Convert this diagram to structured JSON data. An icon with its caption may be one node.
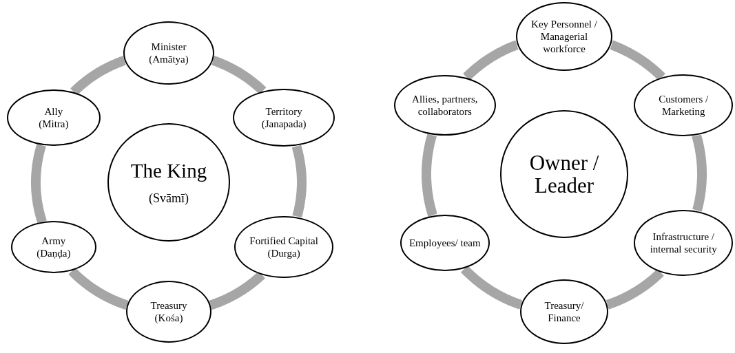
{
  "diagram": {
    "nodes": [
      {
        "text": [
          "The King",
          "(Svāmī)"
        ]
      },
      {
        "text": [
          "Minister",
          "(Amātya)"
        ]
      },
      {
        "text": [
          "Territory",
          "(Janapada)"
        ]
      },
      {
        "text": [
          "Fortified Capital",
          "(Durga)"
        ]
      },
      {
        "text": [
          "Treasury",
          "(Kośa)"
        ]
      },
      {
        "text": [
          "Army",
          "(Daṇḍa)"
        ]
      },
      {
        "text": [
          "Ally",
          "(Mitra)"
        ]
      },
      {
        "text": [
          "Owner / Leader"
        ]
      },
      {
        "text": [
          "Key Personnel / Managerial workforce"
        ]
      },
      {
        "text": [
          "Customers / Marketing"
        ]
      },
      {
        "text": [
          "Infrastructure / internal security"
        ]
      },
      {
        "text": [
          "Treasury/ Finance"
        ]
      },
      {
        "text": [
          "Employees/ team"
        ]
      },
      {
        "text": [
          "Allies, partners, collaborators"
        ]
      }
    ],
    "edges": [
      {
        "from": 1,
        "to": 2,
        "arrow": "none"
      },
      {
        "from": 2,
        "to": 3,
        "arrow": "none"
      },
      {
        "from": 3,
        "to": 4,
        "arrow": "none"
      },
      {
        "from": 4,
        "to": 5,
        "arrow": "none"
      },
      {
        "from": 5,
        "to": 6,
        "arrow": "none"
      },
      {
        "from": 6,
        "to": 1,
        "arrow": "none"
      },
      {
        "from": 8,
        "to": 9,
        "arrow": "none"
      },
      {
        "from": 9,
        "to": 10,
        "arrow": "none"
      },
      {
        "from": 10,
        "to": 11,
        "arrow": "none"
      },
      {
        "from": 11,
        "to": 12,
        "arrow": "none"
      },
      {
        "from": 12,
        "to": 13,
        "arrow": "none"
      },
      {
        "from": 13,
        "to": 8,
        "arrow": "none"
      }
    ]
  }
}
